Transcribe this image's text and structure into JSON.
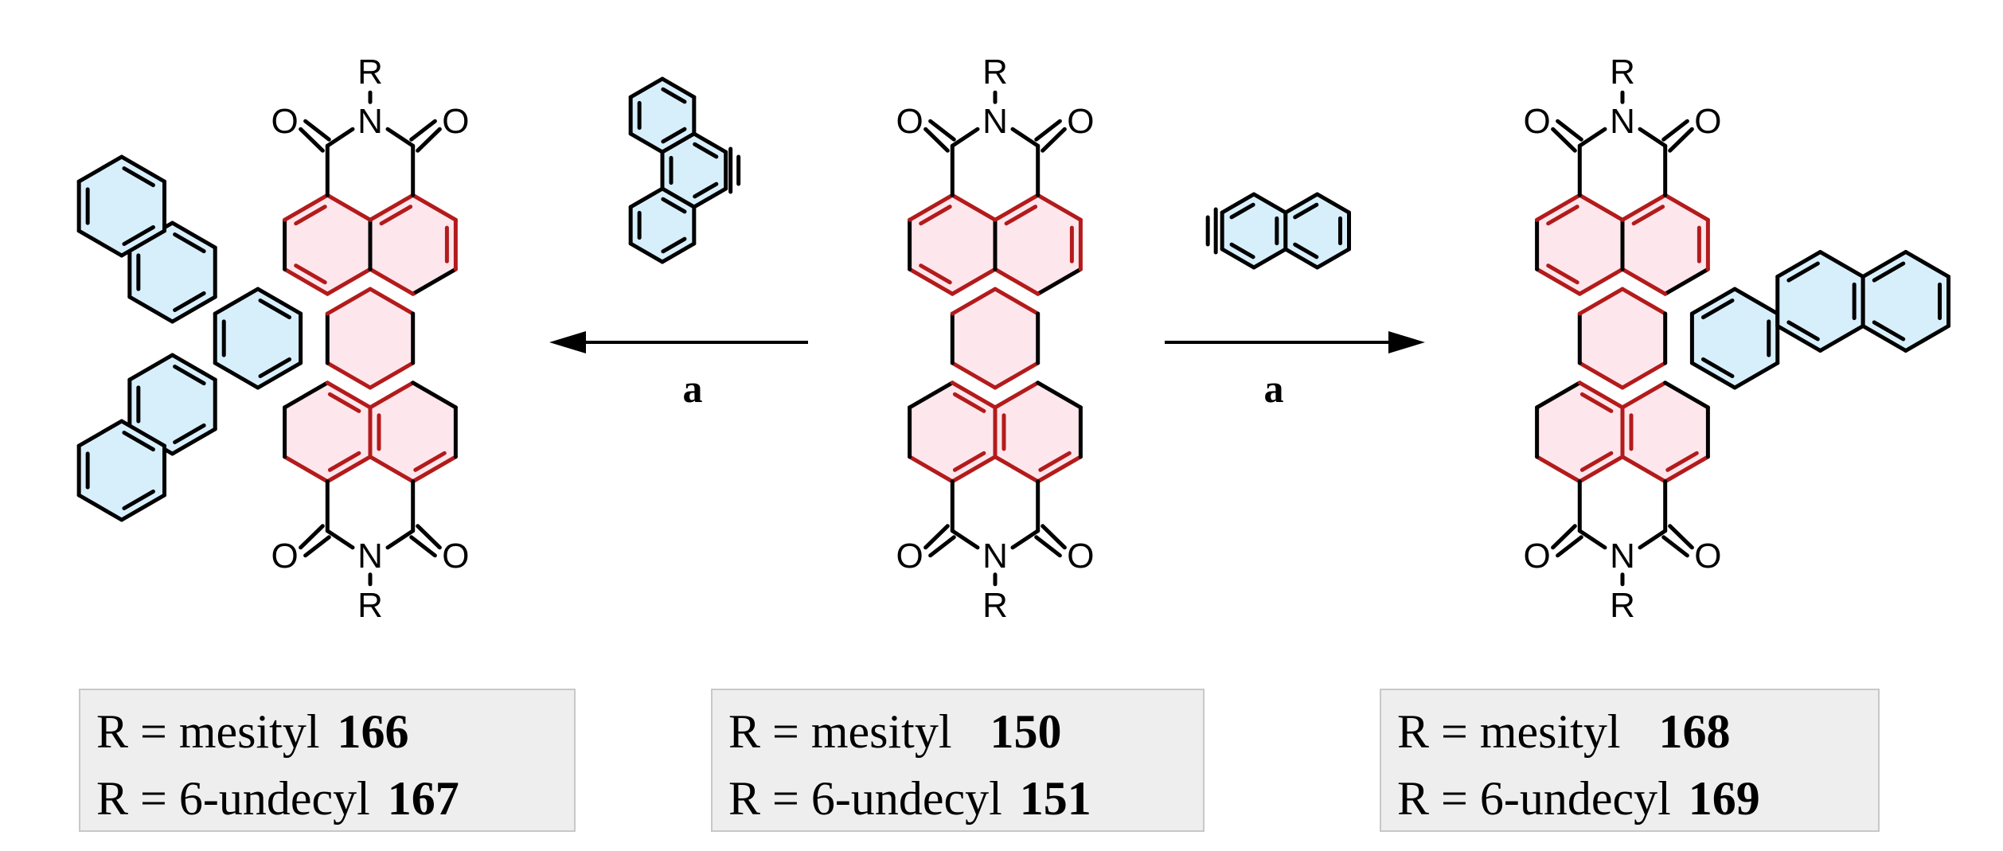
{
  "compounds": {
    "left": {
      "rows": [
        {
          "text": "R = mesityl",
          "num": "166"
        },
        {
          "text": "R = 6-undecyl",
          "num": "167"
        }
      ]
    },
    "center": {
      "rows": [
        {
          "text": "R = mesityl",
          "num": "150"
        },
        {
          "text": "R = 6-undecyl",
          "num": "151"
        }
      ]
    },
    "right": {
      "rows": [
        {
          "text": "R = mesityl",
          "num": "168"
        },
        {
          "text": "R = 6-undecyl",
          "num": "169"
        }
      ]
    }
  },
  "atoms": {
    "r": "R",
    "n": "N",
    "o": "O"
  },
  "arrows": {
    "left_label": "a",
    "right_label": "a"
  },
  "colors": {
    "perylene_fill": "#fde6ec",
    "added_ring_fill": "#d7effb",
    "highlight_bond": "#b31b1b",
    "bond": "#000000"
  }
}
